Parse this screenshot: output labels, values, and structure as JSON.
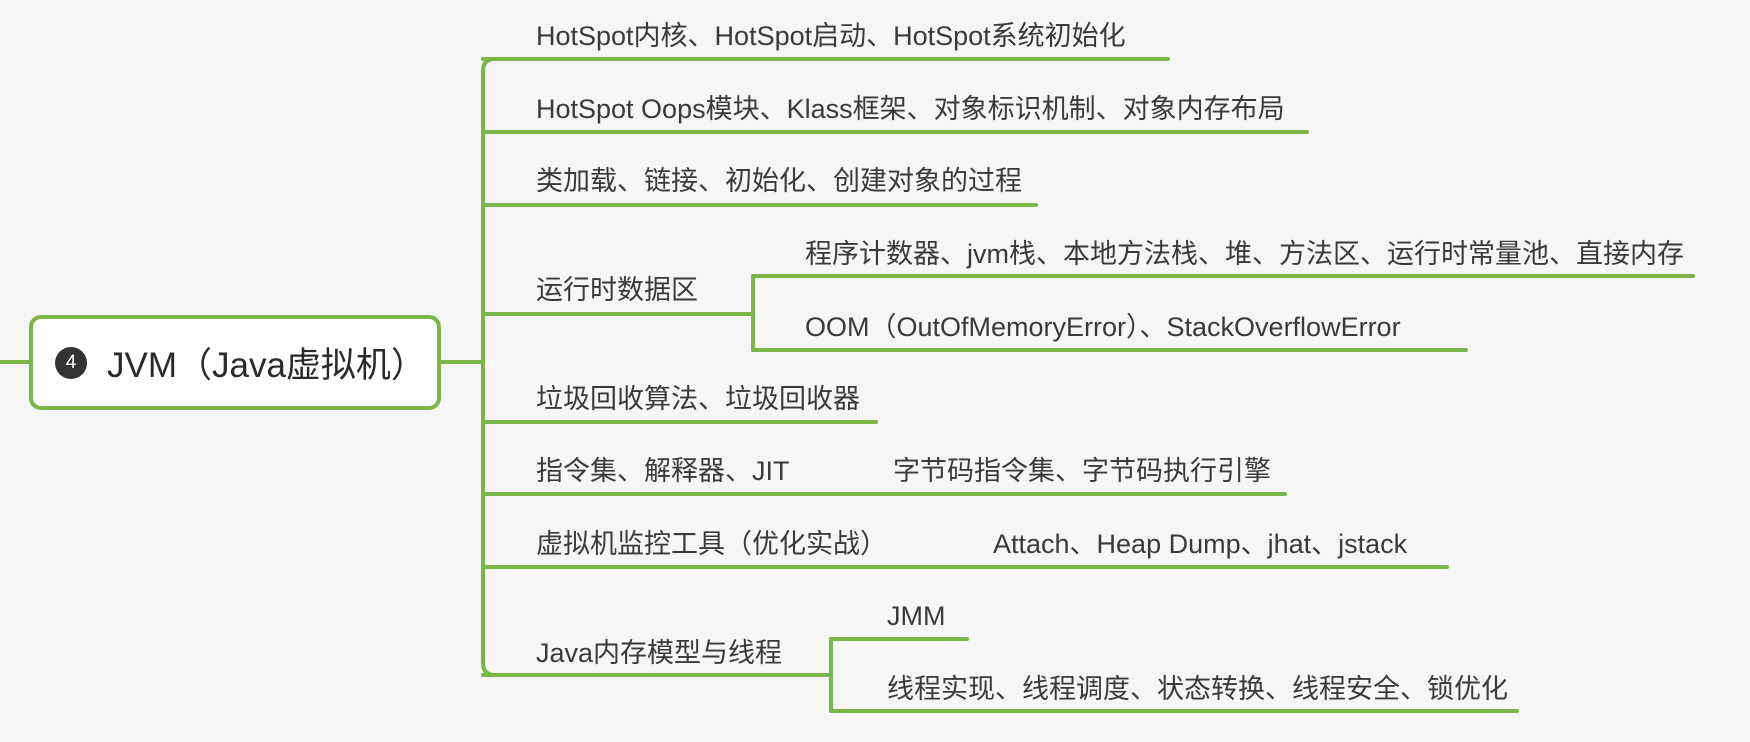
{
  "root": {
    "badge": "4",
    "title": "JVM（Java虚拟机）"
  },
  "branches": [
    {
      "label": "HotSpot内核、HotSpot启动、HotSpot系统初始化"
    },
    {
      "label": "HotSpot Oops模块、Klass框架、对象标识机制、对象内存布局"
    },
    {
      "label": "类加载、链接、初始化、创建对象的过程"
    },
    {
      "label": "运行时数据区",
      "children": [
        {
          "label": "程序计数器、jvm栈、本地方法栈、堆、方法区、运行时常量池、直接内存"
        },
        {
          "label": "OOM（OutOfMemoryError）、StackOverflowError"
        }
      ]
    },
    {
      "label": "垃圾回收算法、垃圾回收器"
    },
    {
      "label": "指令集、解释器、JIT",
      "children": [
        {
          "label": "字节码指令集、字节码执行引擎"
        }
      ]
    },
    {
      "label": "虚拟机监控工具（优化实战）",
      "children": [
        {
          "label": "Attach、Heap Dump、jhat、jstack"
        }
      ]
    },
    {
      "label": "Java内存模型与线程",
      "children": [
        {
          "label": "JMM"
        },
        {
          "label": "线程实现、线程调度、状态转换、线程安全、锁优化"
        }
      ]
    }
  ],
  "colors": {
    "line": "#7ab648",
    "text": "#3a3a3a",
    "background": "#f6f6f6",
    "badge": "#333333"
  }
}
